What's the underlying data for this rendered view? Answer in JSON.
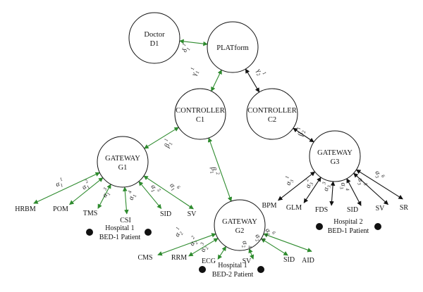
{
  "colors": {
    "green": "#2e8b2e",
    "black": "#111111",
    "node_fill": "#ffffff"
  },
  "nodes": {
    "doctor": {
      "line1": "Doctor",
      "line2": "D1"
    },
    "platform": {
      "line1": "PLATform"
    },
    "c1": {
      "line1": "CONTROLLER",
      "line2": "C1"
    },
    "c2": {
      "line1": "CONTROLLER",
      "line2": "C2"
    },
    "g1": {
      "line1": "GATEWAY",
      "line2": "G1"
    },
    "g2": {
      "line1": "GATEWAY",
      "line2": "G2"
    },
    "g3": {
      "line1": "GATEWAY",
      "line2": "G3"
    }
  },
  "sensors": {
    "g1": [
      "HRBM",
      "POM",
      "TMS",
      "CSI",
      "SID",
      "SV"
    ],
    "g2": [
      "CMS",
      "RRM",
      "ECG",
      "SV",
      "SID",
      "AID"
    ],
    "g3": [
      "BPM",
      "GLM",
      "FDS",
      "SID",
      "SV",
      "SR"
    ]
  },
  "edges": {
    "d_p": {
      "sym": "δ",
      "sub": "1",
      "sup": "1"
    },
    "p_c1": {
      "sym": "γ",
      "sub": "1",
      "sup": "1"
    },
    "p_c2": {
      "sym": "γ",
      "sub": "2",
      "sup": "1"
    },
    "c1_g1": {
      "sym": "β",
      "sub": "1",
      "sup": "1"
    },
    "c1_g2": {
      "sym": "β",
      "sub": "1",
      "sup": "2"
    },
    "c2_g3": {
      "sym": "β",
      "sub": "2",
      "sup": "1"
    },
    "g1_s": [
      {
        "sym": "α",
        "sub": "1",
        "sup": "1"
      },
      {
        "sym": "α",
        "sub": "1",
        "sup": "2"
      },
      {
        "sym": "α",
        "sub": "1",
        "sup": "3"
      },
      {
        "sym": "α",
        "sub": "1",
        "sup": "4"
      },
      {
        "sym": "α",
        "sub": "1",
        "sup": "5"
      },
      {
        "sym": "α",
        "sub": "1",
        "sup": "6"
      }
    ],
    "g2_s": [
      {
        "sym": "α",
        "sub": "2",
        "sup": "1"
      },
      {
        "sym": "α",
        "sub": "2",
        "sup": "2"
      },
      {
        "sym": "α",
        "sub": "2",
        "sup": "3"
      },
      {
        "sym": "α",
        "sub": "2",
        "sup": "4"
      },
      {
        "sym": "α",
        "sub": "2",
        "sup": "5"
      },
      {
        "sym": "α",
        "sub": "2",
        "sup": "6"
      }
    ],
    "g3_s": [
      {
        "sym": "α",
        "sub": "3",
        "sup": "1"
      },
      {
        "sym": "α",
        "sub": "3",
        "sup": "2"
      },
      {
        "sym": "α",
        "sub": "3",
        "sup": "3"
      },
      {
        "sym": "α",
        "sub": "3",
        "sup": "4"
      },
      {
        "sym": "α",
        "sub": "3",
        "sup": "5"
      },
      {
        "sym": "α",
        "sub": "3",
        "sup": "6"
      }
    ]
  },
  "patients": {
    "p1": {
      "line1": "Hospital 1",
      "line2": "BED-1 Patient"
    },
    "p2": {
      "line1": "Hospital 1",
      "line2": "BED-2 Patient"
    },
    "p3": {
      "line1": "Hospital 2",
      "line2": "BED-1 Patient"
    }
  }
}
